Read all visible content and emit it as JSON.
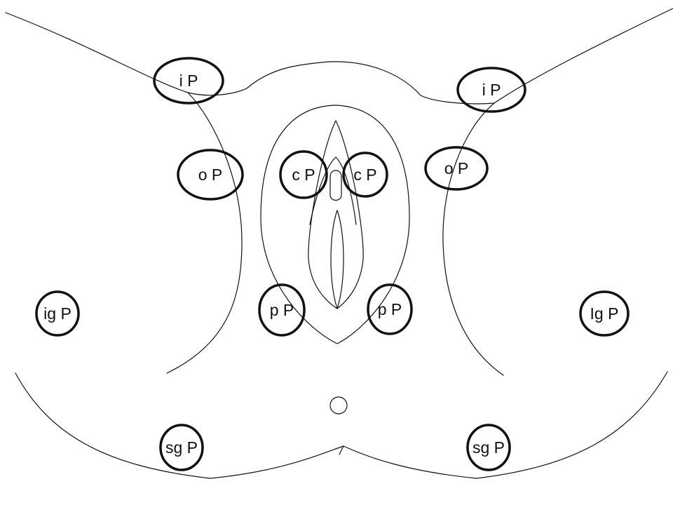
{
  "colors": {
    "line": "#111111",
    "background": "#ffffff"
  },
  "points": [
    {
      "id": "i-left",
      "label": "i P"
    },
    {
      "id": "i-right",
      "label": "i P"
    },
    {
      "id": "o-left",
      "label": "o P"
    },
    {
      "id": "o-right",
      "label": "o P"
    },
    {
      "id": "c-left",
      "label": "c P"
    },
    {
      "id": "c-right",
      "label": "c P"
    },
    {
      "id": "p-left",
      "label": "p P"
    },
    {
      "id": "p-right",
      "label": "p P"
    },
    {
      "id": "ig-left",
      "label": "ig P"
    },
    {
      "id": "ig-right",
      "label": "Ig P"
    },
    {
      "id": "sg-left",
      "label": "sg P"
    },
    {
      "id": "sg-right",
      "label": "sg P"
    }
  ]
}
